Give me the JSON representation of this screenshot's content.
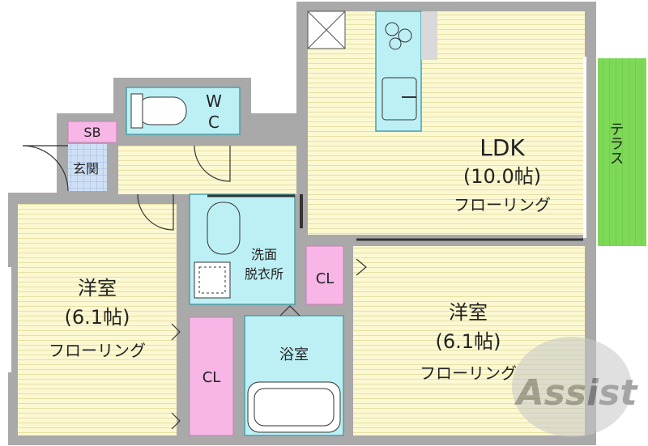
{
  "rooms": {
    "ldk": {
      "name": "LDK",
      "size": "(10.0帖)",
      "floor": "フローリング"
    },
    "western_left": {
      "name": "洋室",
      "size": "(6.1帖)",
      "floor": "フローリング"
    },
    "western_right": {
      "name": "洋室",
      "size": "(6.1帖)",
      "floor": "フローリング"
    },
    "wc": {
      "line1": "W",
      "line2": "C"
    },
    "sb": "SB",
    "entrance": "玄関",
    "washroom": {
      "line1": "洗面",
      "line2": "脱衣所"
    },
    "bath": "浴室",
    "closet_center": "CL",
    "closet_left": "CL",
    "terrace": "テラス"
  },
  "logo": {
    "text": "Assist"
  },
  "colors": {
    "wall": "#a9a9a9",
    "floor": "#fbf8d2",
    "floor_line": "#e7e0a6",
    "wet": "#bdf0f5",
    "closet": "#f7b6e6",
    "sb": "#f7b6e6",
    "terrace": "#7ed957",
    "entrance_tile": "#bcd2f0"
  }
}
